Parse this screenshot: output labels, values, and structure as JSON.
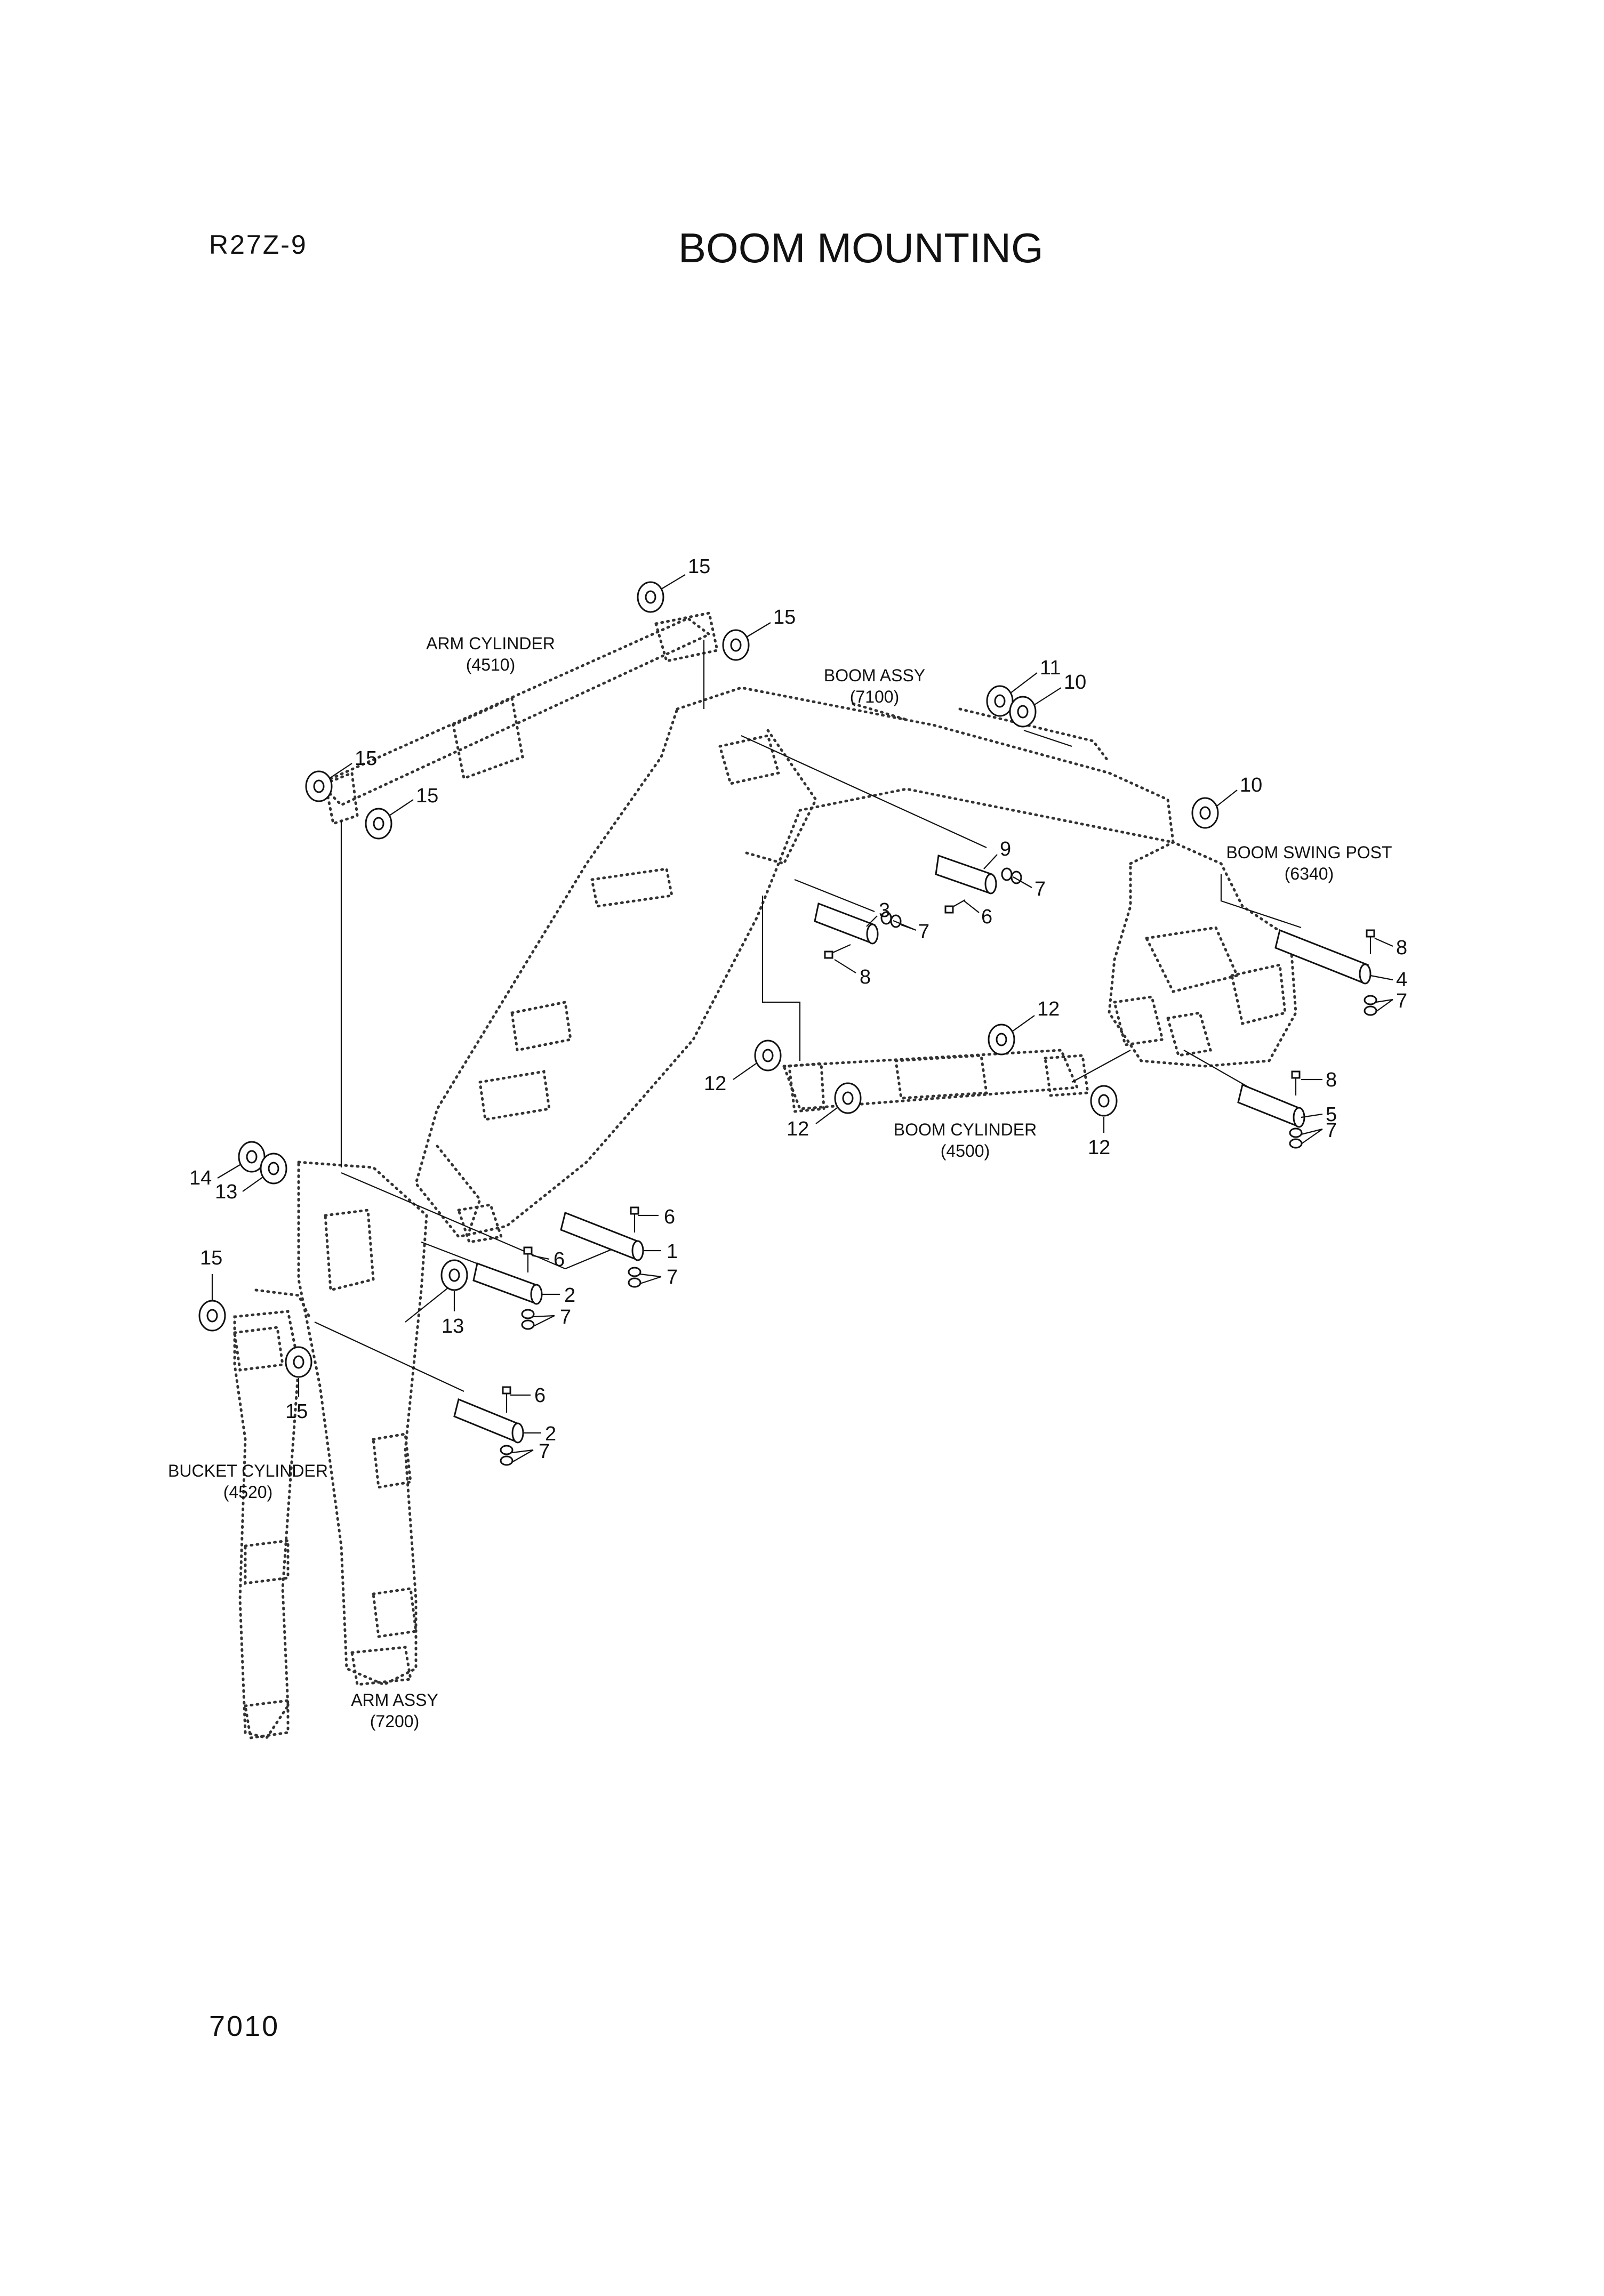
{
  "header": {
    "model": "R27Z-9",
    "title": "BOOM MOUNTING"
  },
  "footer": {
    "page_number": "7010"
  },
  "assemblies": {
    "arm_cylinder": {
      "name": "ARM CYLINDER",
      "code": "(4510)"
    },
    "boom_assy": {
      "name": "BOOM ASSY",
      "code": "(7100)"
    },
    "boom_swing_post": {
      "name": "BOOM SWING POST",
      "code": "(6340)"
    },
    "boom_cylinder": {
      "name": "BOOM CYLINDER",
      "code": "(4500)"
    },
    "bucket_cylinder": {
      "name": "BUCKET CYLINDER",
      "code": "(4520)"
    },
    "arm_assy": {
      "name": "ARM ASSY",
      "code": "(7200)"
    }
  },
  "callouts": {
    "c01": "15",
    "c02": "15",
    "c03": "15",
    "c04": "15",
    "c05": "11",
    "c06": "10",
    "c07": "10",
    "c08": "9",
    "c09": "7",
    "c10": "3",
    "c11": "7",
    "c12": "6",
    "c13": "8",
    "c14": "8",
    "c15": "4",
    "c16": "7",
    "c17": "12",
    "c18": "12",
    "c19": "12",
    "c20": "12",
    "c21": "8",
    "c22": "5",
    "c23": "7",
    "c24": "14",
    "c25": "13",
    "c26": "6",
    "c27": "1",
    "c28": "7",
    "c29": "6",
    "c30": "2",
    "c31": "7",
    "c32": "13",
    "c33": "15",
    "c34": "15",
    "c35": "6",
    "c36": "2",
    "c37": "7"
  }
}
